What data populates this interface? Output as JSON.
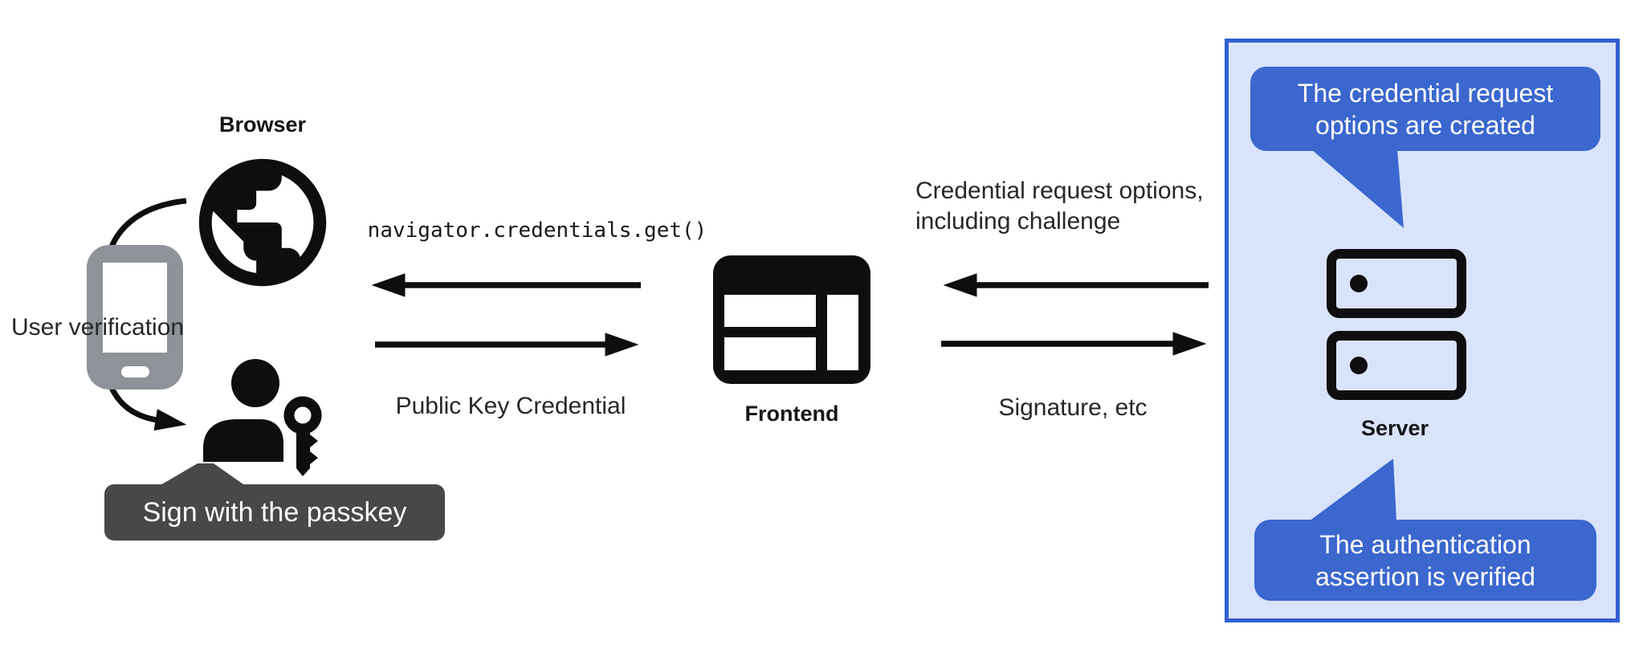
{
  "title": "Passkey authentication flow diagram",
  "colors": {
    "ink": "#0e0e10",
    "text": "#26272a",
    "bubble_blue": "#3b67ce",
    "panel_fill": "#d9e3fb",
    "panel_border": "#3060d0",
    "tooltip_gray": "#48484a",
    "phone_gray": "#8e9399",
    "bg": "#ffffff"
  },
  "icons": {
    "browser": "globe-icon",
    "device": "smartphone-icon",
    "user": "person-icon",
    "passkey": "key-icon",
    "frontend": "browser-window-icon",
    "server": "server-stack-icon"
  },
  "left_group": {
    "browser_label": "Browser",
    "user_verification_label": "User verification",
    "passkey_tooltip": "Sign with the passkey"
  },
  "center_group": {
    "arrow_to_browser_label": "navigator.credentials.get()",
    "arrow_to_frontend_label": "Public Key Credential",
    "frontend_label": "Frontend"
  },
  "right_group": {
    "arrow_to_frontend_label_line1": "Credential request options,",
    "arrow_to_frontend_label_line2": "including challenge",
    "arrow_to_server_label": "Signature, etc"
  },
  "server_panel": {
    "top_bubble_line1": "The credential request",
    "top_bubble_line2": "options are created",
    "server_label": "Server",
    "bottom_bubble_line1": "The authentication",
    "bottom_bubble_line2": "assertion is verified"
  }
}
